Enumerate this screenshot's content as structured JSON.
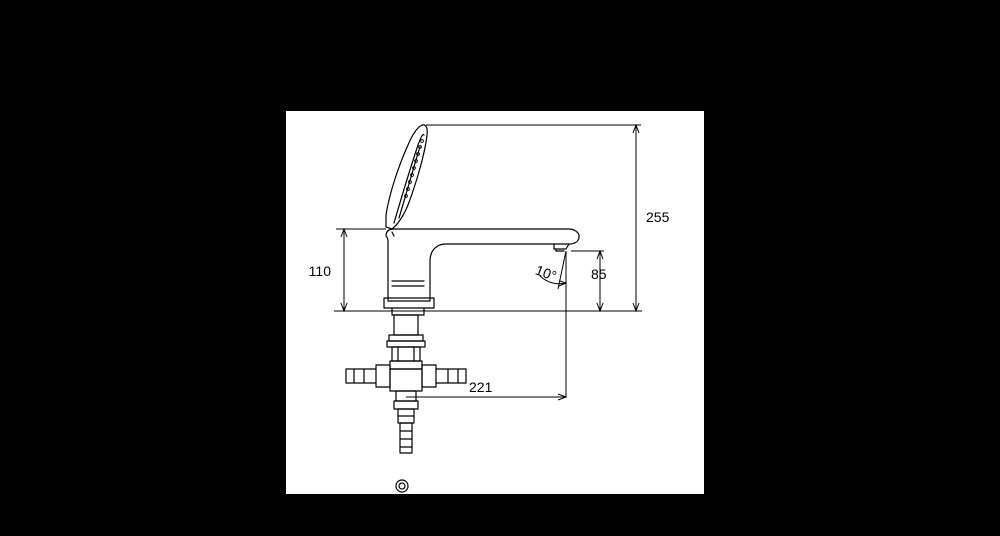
{
  "colors": {
    "background": "#000000",
    "sheet": "#ffffff",
    "line": "#000000"
  },
  "dimensions": {
    "total_height": "255",
    "base_height": "110",
    "spout_height": "85",
    "spout_reach": "221",
    "spout_angle": "10°"
  }
}
